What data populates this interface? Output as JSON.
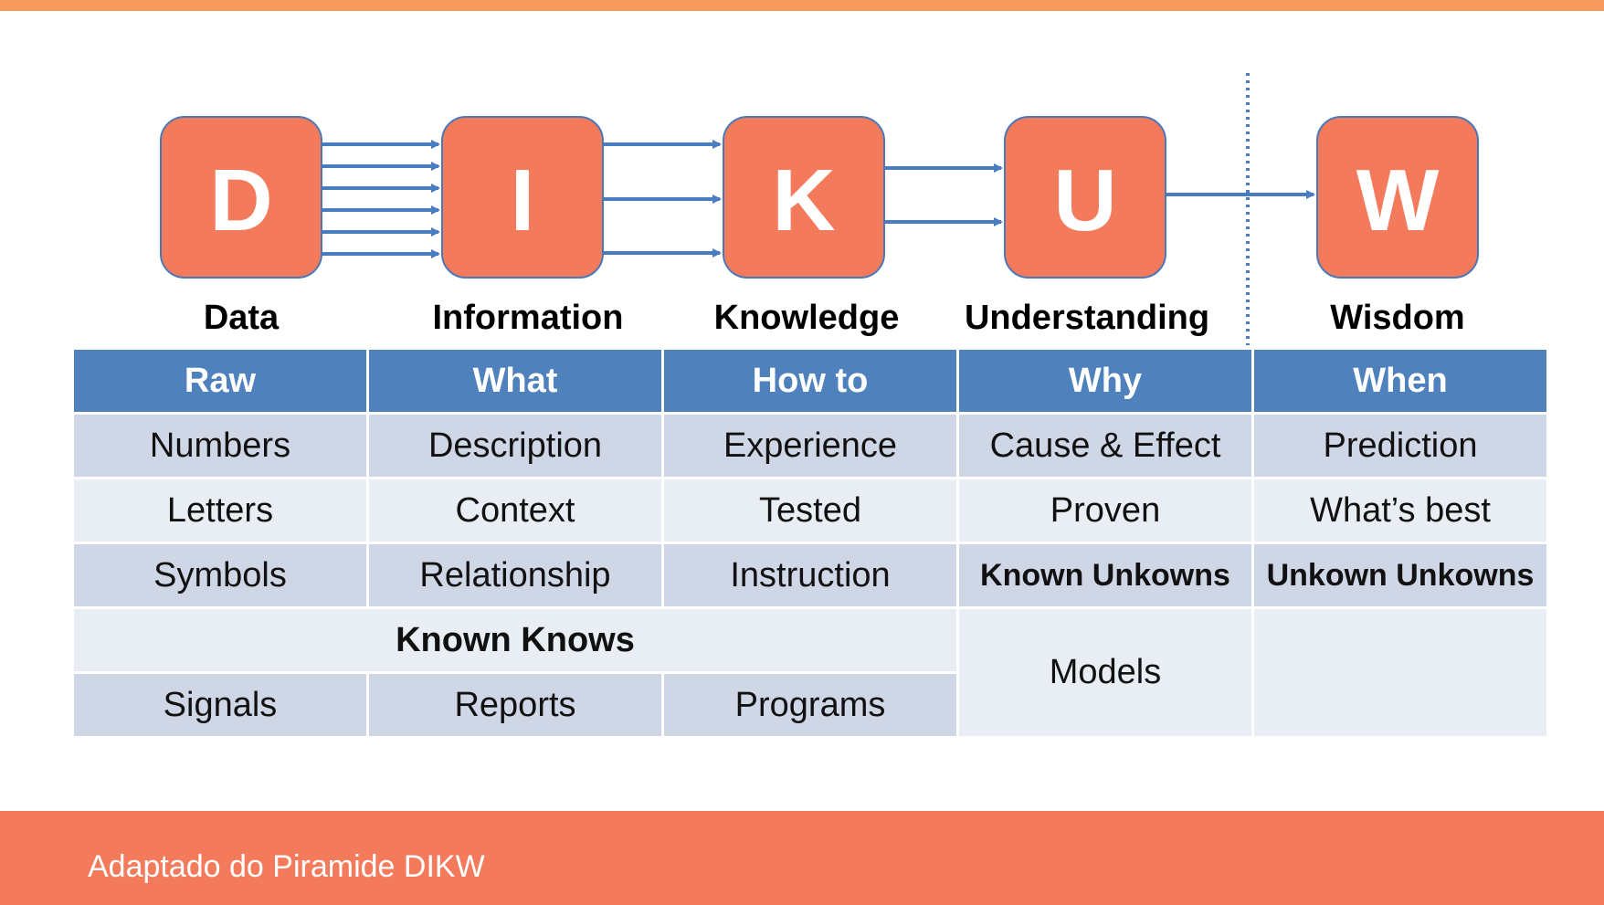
{
  "stages": [
    {
      "letter": "D",
      "label": "Data"
    },
    {
      "letter": "I",
      "label": "Information"
    },
    {
      "letter": "K",
      "label": "Knowledge"
    },
    {
      "letter": "U",
      "label": "Understanding"
    },
    {
      "letter": "W",
      "label": "Wisdom"
    }
  ],
  "table": {
    "header": [
      "Raw",
      "What",
      "How to",
      "Why",
      "When"
    ],
    "row1": [
      "Numbers",
      "Description",
      "Experience",
      "Cause & Effect",
      "Prediction"
    ],
    "row2": [
      "Letters",
      "Context",
      "Tested",
      "Proven",
      "What’s best"
    ],
    "row3": [
      "Symbols",
      "Relationship",
      "Instruction",
      "Known Unkowns",
      "Unkown Unkowns"
    ],
    "known_knows": "Known Knows",
    "models": "Models",
    "row5": [
      "Signals",
      "Reports",
      "Programs"
    ]
  },
  "footer": {
    "text": "Adaptado do Piramide DIKW"
  },
  "colors": {
    "box": "#f47a5c",
    "header": "#4f81bd",
    "arrow": "#4a7cc1",
    "footer": "#f47a5c",
    "top_bar": "#f79a5e"
  }
}
